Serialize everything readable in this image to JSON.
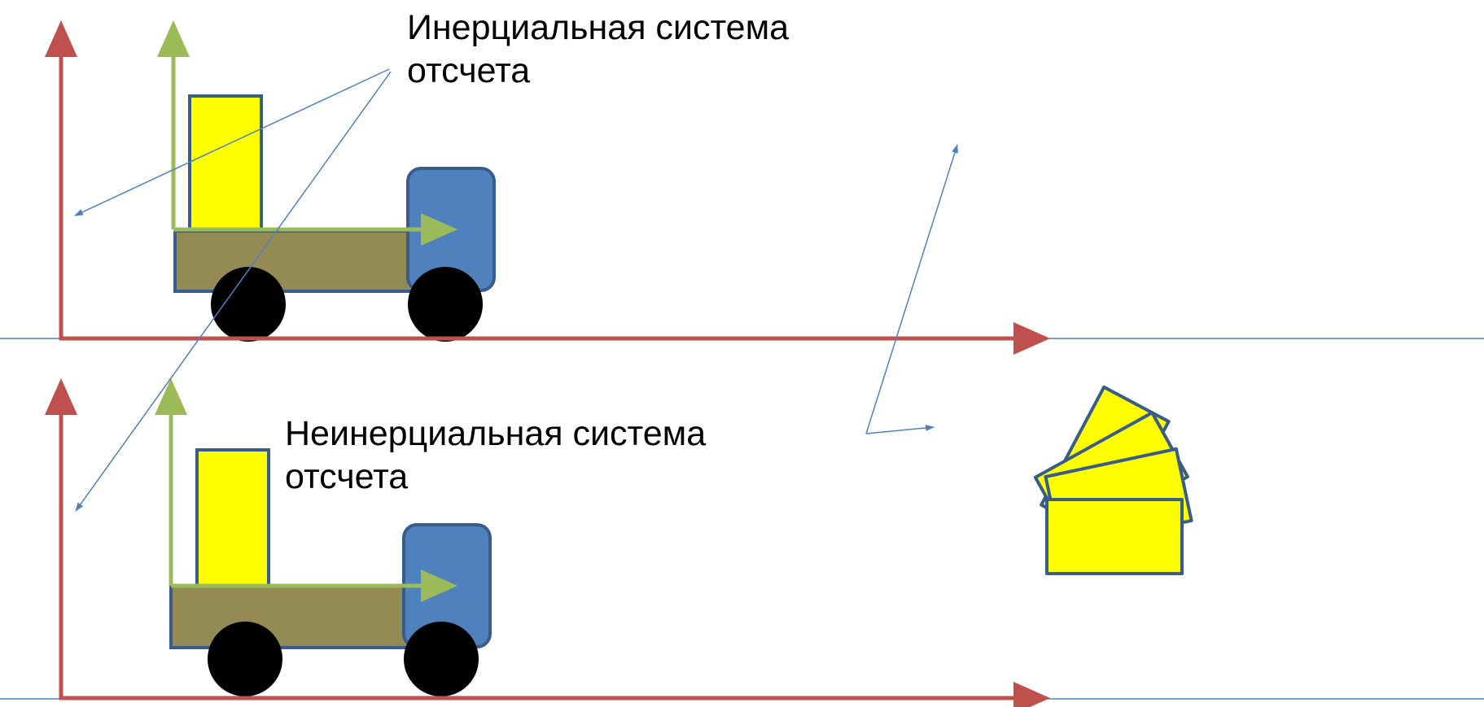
{
  "labels": {
    "inertial_line1": "Инерциальная система",
    "inertial_line2": "отсчета",
    "noninertial_line1": "Неинерциальная система",
    "noninertial_line2": "отсчета"
  },
  "colors": {
    "ground_axis": "#c0504d",
    "cart_axis": "#9bbb59",
    "pointer_line": "#4f81bd",
    "cargo": "#ffff00",
    "cargo_stroke": "#385d8a",
    "platform": "#948a54",
    "cabin": "#4f81bd",
    "wheel": "#000000"
  }
}
